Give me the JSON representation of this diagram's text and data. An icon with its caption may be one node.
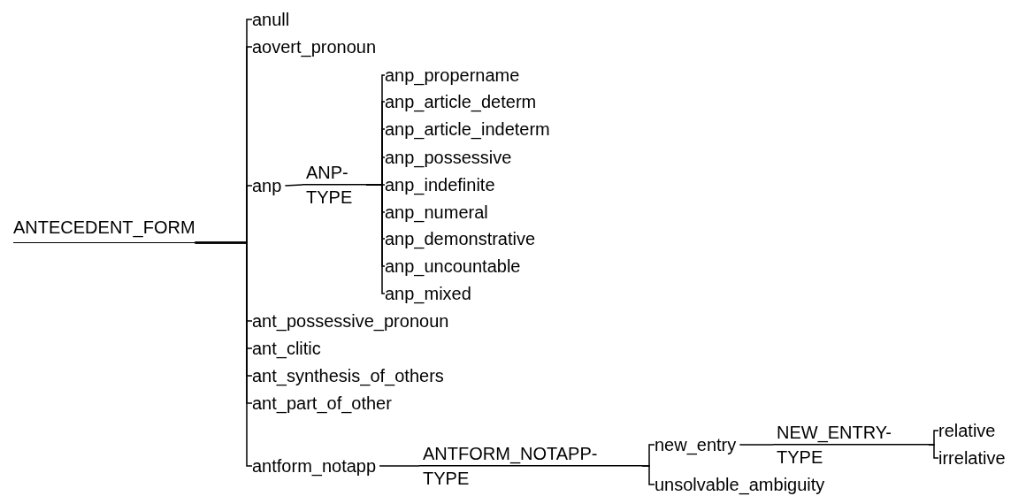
{
  "diagram": {
    "nodes": [
      {
        "text": [
          "ANTECEDENT_FORM"
        ]
      },
      {
        "text": [
          "anull"
        ]
      },
      {
        "text": [
          "aovert_pronoun"
        ]
      },
      {
        "text": [
          "anp"
        ]
      },
      {
        "text": [
          "ANP- TYPE"
        ]
      },
      {
        "text": [
          "anp_propername"
        ]
      },
      {
        "text": [
          "anp_article_determ"
        ]
      },
      {
        "text": [
          "anp_article_indeterm"
        ]
      },
      {
        "text": [
          "anp_possessive"
        ]
      },
      {
        "text": [
          "anp_indefinite"
        ]
      },
      {
        "text": [
          "anp_numeral"
        ]
      },
      {
        "text": [
          "anp_demonstrative"
        ]
      },
      {
        "text": [
          "anp_uncountable"
        ]
      },
      {
        "text": [
          "anp_mixed"
        ]
      },
      {
        "text": [
          "ant_possessive_pronoun"
        ]
      },
      {
        "text": [
          "ant_clitic"
        ]
      },
      {
        "text": [
          "ant_synthesis_of_others"
        ]
      },
      {
        "text": [
          "ant_part_of_other"
        ]
      },
      {
        "text": [
          "antform_notapp"
        ]
      },
      {
        "text": [
          "ANTFORM_NOTAPP- TYPE"
        ]
      },
      {
        "text": [
          "new_entry"
        ]
      },
      {
        "text": [
          "unsolvable_ambiguity"
        ]
      },
      {
        "text": [
          "NEW_ENTRY- TYPE"
        ]
      },
      {
        "text": [
          "relative"
        ]
      },
      {
        "text": [
          "irrelative"
        ]
      }
    ],
    "edges": [
      {
        "from": 0,
        "to": 1,
        "arrow": "none"
      },
      {
        "from": 0,
        "to": 2,
        "arrow": "none"
      },
      {
        "from": 0,
        "to": 3,
        "arrow": "none"
      },
      {
        "from": 3,
        "to": 4,
        "arrow": "none"
      },
      {
        "from": 4,
        "to": 5,
        "arrow": "none"
      },
      {
        "from": 4,
        "to": 6,
        "arrow": "none"
      },
      {
        "from": 4,
        "to": 7,
        "arrow": "none"
      },
      {
        "from": 4,
        "to": 8,
        "arrow": "none"
      },
      {
        "from": 4,
        "to": 9,
        "arrow": "none"
      },
      {
        "from": 4,
        "to": 10,
        "arrow": "none"
      },
      {
        "from": 4,
        "to": 11,
        "arrow": "none"
      },
      {
        "from": 4,
        "to": 12,
        "arrow": "none"
      },
      {
        "from": 4,
        "to": 13,
        "arrow": "none"
      },
      {
        "from": 0,
        "to": 14,
        "arrow": "none"
      },
      {
        "from": 0,
        "to": 15,
        "arrow": "none"
      },
      {
        "from": 0,
        "to": 16,
        "arrow": "none"
      },
      {
        "from": 0,
        "to": 17,
        "arrow": "none"
      },
      {
        "from": 0,
        "to": 18,
        "arrow": "none"
      },
      {
        "from": 18,
        "to": 19,
        "arrow": "none"
      },
      {
        "from": 19,
        "to": 20,
        "arrow": "none"
      },
      {
        "from": 19,
        "to": 21,
        "arrow": "none"
      },
      {
        "from": 20,
        "to": 22,
        "arrow": "none"
      },
      {
        "from": 22,
        "to": 23,
        "arrow": "none"
      },
      {
        "from": 22,
        "to": 24,
        "arrow": "none"
      }
    ]
  }
}
